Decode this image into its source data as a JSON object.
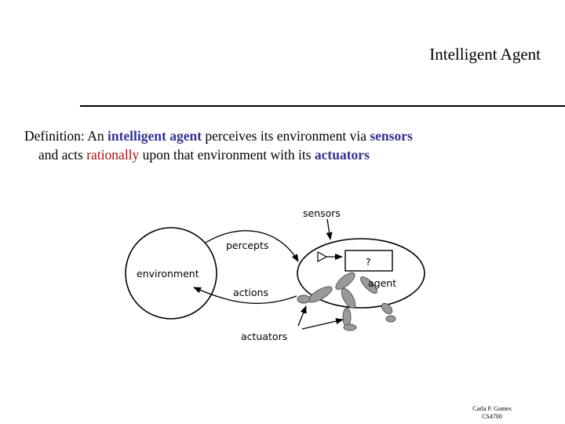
{
  "slide": {
    "title": "Intelligent Agent"
  },
  "definition": {
    "p1": "Definition: An ",
    "term_agent": "intelligent agent",
    "p2": " perceives its environment via ",
    "term_sensors": "sensors",
    "p3": "and acts ",
    "term_rationally": "rationally",
    "p4": " upon that environment with its ",
    "term_actuators": "actuators"
  },
  "diagram": {
    "environment": "environment",
    "percepts": "percepts",
    "actions": "actions",
    "sensors": "sensors",
    "actuators": "actuators",
    "agent": "agent",
    "unknown": "?"
  },
  "footer": {
    "author": "Carla P. Gomes",
    "course": "CS4700"
  },
  "colors": {
    "term_blue": "#33338f",
    "term_red": "#a01010",
    "limb_gray": "#9a9a9a"
  }
}
